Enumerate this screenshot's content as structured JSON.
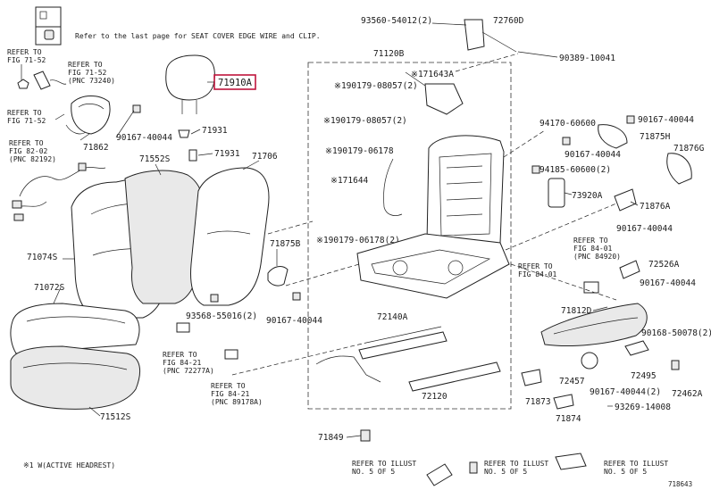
{
  "header_note": "Refer to the last page for SEAT COVER EDGE WIRE and CLIP.",
  "footnote": "※1 W(ACTIVE HEADREST)",
  "figure_id": "718643",
  "highlighted_part": "71910A",
  "parts": {
    "p71910A": "71910A",
    "p71931a": "71931",
    "p71931b": "71931",
    "p71706": "71706",
    "p71552S": "71552S",
    "p71074S": "71074S",
    "p71072S": "71072S",
    "p71512S": "71512S",
    "p71862": "71862",
    "p90167_a": "90167-40044",
    "p71875B": "71875B",
    "p93568": "93568-55016(2)",
    "p90167_b": "90167-40044",
    "p71120B": "71120B",
    "p71643A": "※171643A",
    "p90179_1": "※190179-08057(2)",
    "p90179_2": "※190179-08057(2)",
    "p90179_3": "※190179-06178",
    "p71644": "※171644",
    "p90179_4": "※190179-06178(2)",
    "p72140A": "72140A",
    "p72120": "72120",
    "p71849": "71849",
    "p93560": "93560-54012(2)",
    "p72760D": "72760D",
    "p90389": "90389-10041",
    "p94170": "94170-60600",
    "p90167_c": "90167-40044",
    "p71875H": "71875H",
    "p71876G": "71876G",
    "p90167_d": "90167-40044",
    "p94185": "94185-60600(2)",
    "p73920A": "73920A",
    "p71876A": "71876A",
    "p90167_e": "90167-40044",
    "p72526A": "72526A",
    "p90167_f": "90167-40044",
    "p71812D": "71812D",
    "p90168": "90168-50078(2)",
    "p72495": "72495",
    "p72457": "72457",
    "p90167_g": "90167-40044(2)",
    "p72462A": "72462A",
    "p71873": "71873",
    "p71874": "71874",
    "p93269": "93269-14008"
  },
  "refs": {
    "r1a": "REFER TO",
    "r1b": "FIG 71-52",
    "r2a": "REFER TO",
    "r2b": "FIG 71-52",
    "r2c": "(PNC 73240)",
    "r3a": "REFER TO",
    "r3b": "FIG 71-52",
    "r4a": "REFER TO",
    "r4b": "FIG 82-02",
    "r4c": "(PNC 82192)",
    "r5a": "REFER TO",
    "r5b": "FIG 84-21",
    "r5c": "(PNC 72277A)",
    "r6a": "REFER TO",
    "r6b": "FIG 84-21",
    "r6c": "(PNC 89178A)",
    "r7a": "REFER TO",
    "r7b": "FIG 84-01",
    "r7c": "(PNC 84920)",
    "r8a": "REFER TO",
    "r8b": "FIG 84-01",
    "r9a": "REFER TO ILLUST",
    "r9b": "NO. 5 OF 5",
    "r10a": "REFER TO ILLUST",
    "r10b": "NO. 5 OF 5",
    "r11a": "REFER TO ILLUST",
    "r11b": "NO. 5 OF 5"
  }
}
